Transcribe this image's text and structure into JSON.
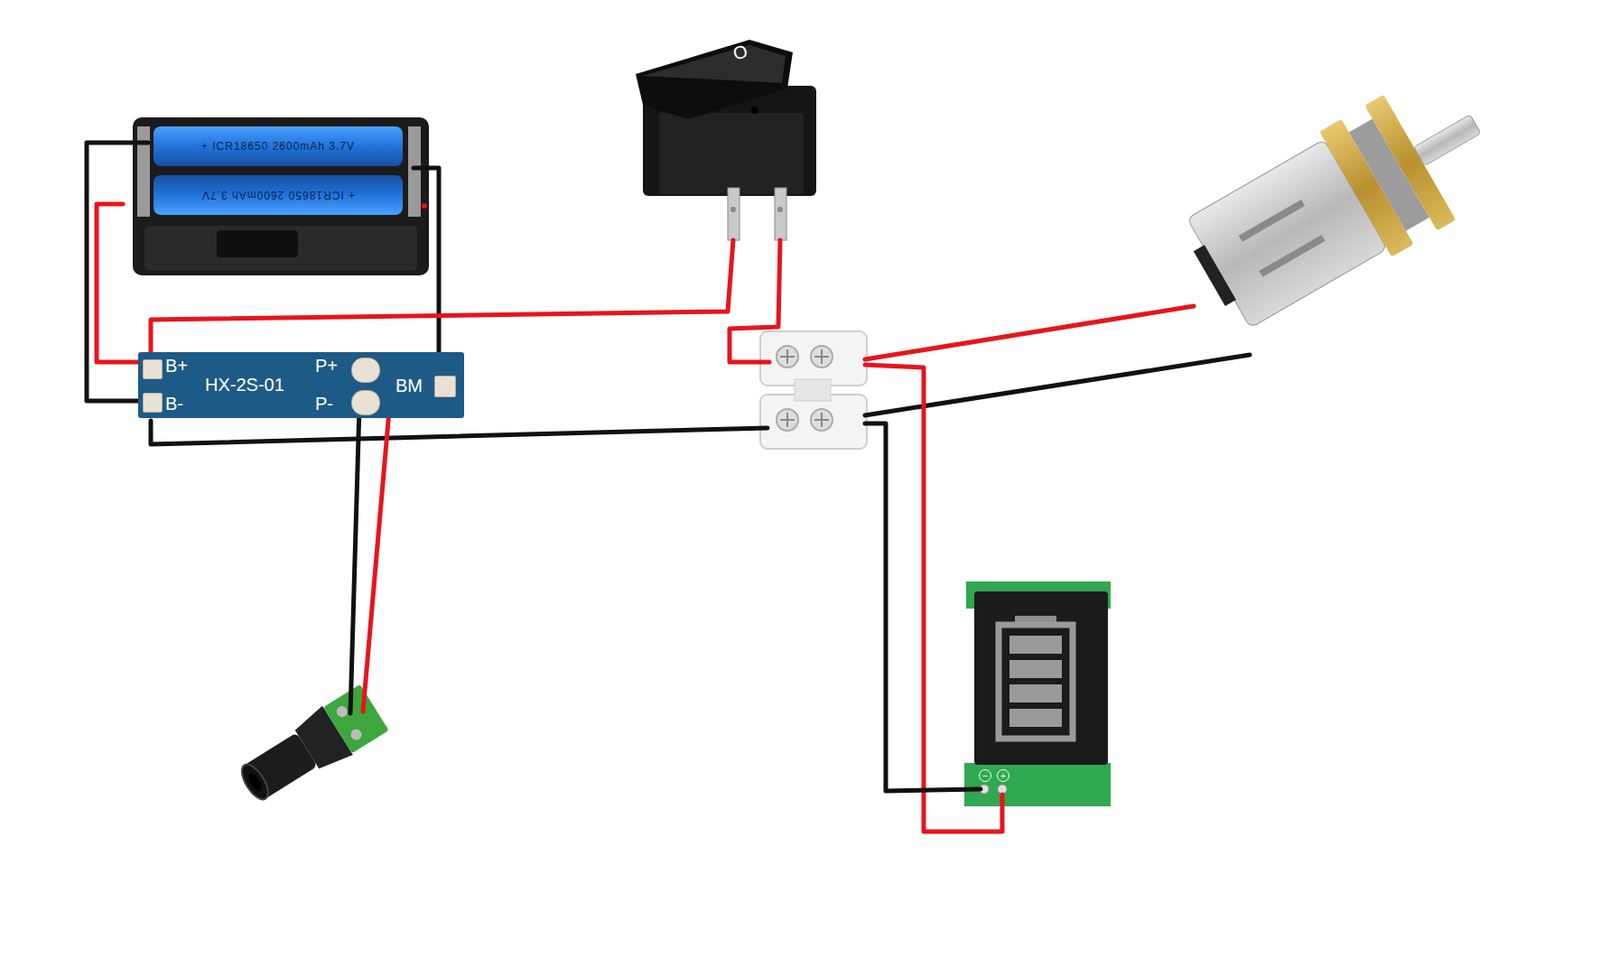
{
  "diagram": {
    "nodes": [
      {
        "text": [
          "+ ICR18650 2600mAh 3.7V"
        ]
      },
      {
        "text": [
          "+ ICR18650 2600mAh 3.7V"
        ]
      },
      {
        "text": [
          "B+",
          "B-",
          "HX-2S-01",
          "P+",
          "P-",
          "BM"
        ]
      }
    ],
    "labels": [
      "O",
      "−",
      "+"
    ]
  }
}
